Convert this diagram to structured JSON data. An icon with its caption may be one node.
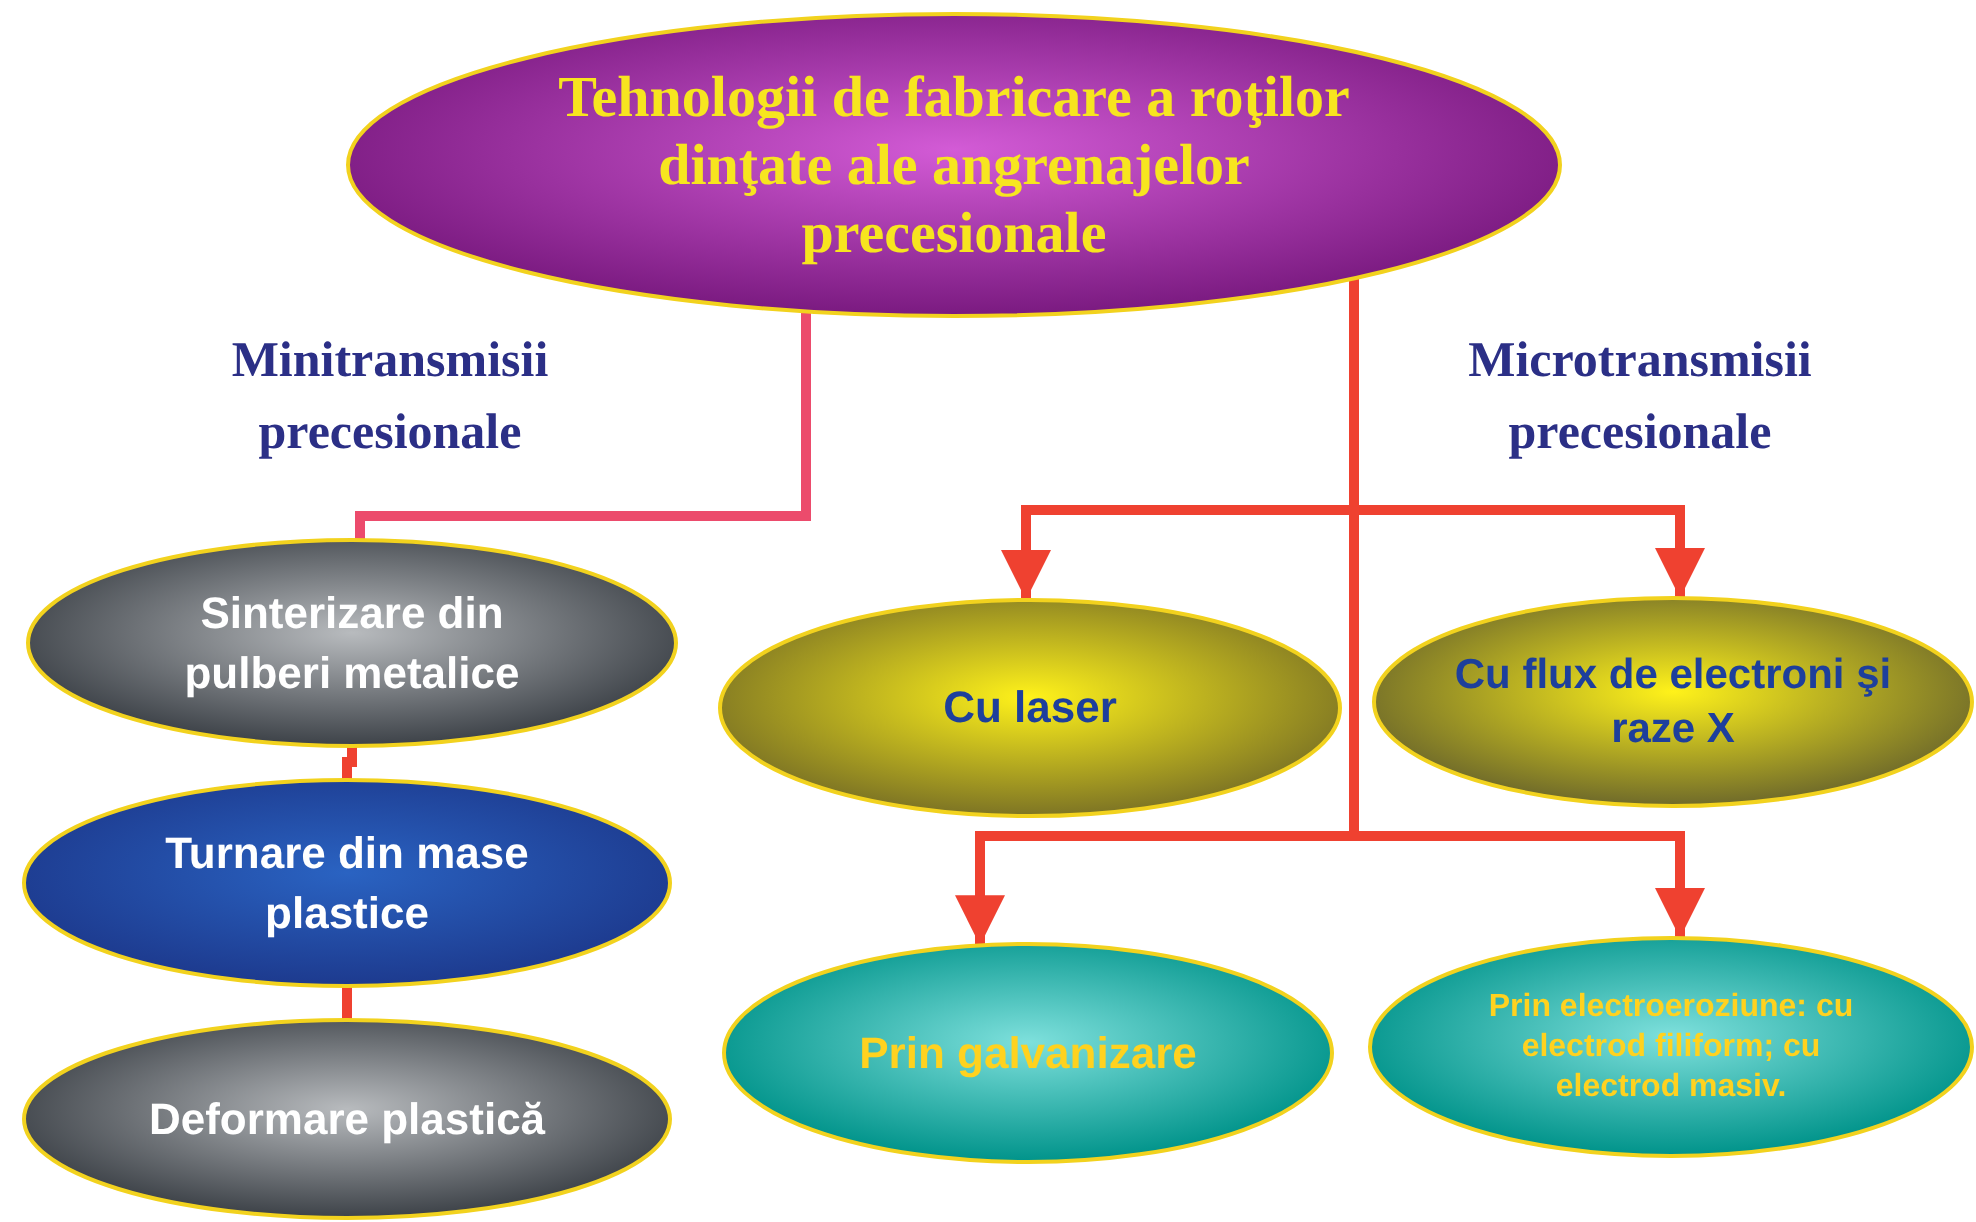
{
  "diagram": {
    "nodes": [
      {
        "text": [
          "Tehnologii de fabricare a roţilor dinţate ale angrenajelor precesionale"
        ]
      },
      {
        "text": [
          "Sinterizare din pulberi metalice"
        ]
      },
      {
        "text": [
          "Turnare din mase plastice"
        ]
      },
      {
        "text": [
          "Deformare plastică"
        ]
      },
      {
        "text": [
          "Cu laser"
        ]
      },
      {
        "text": [
          "Cu flux de electroni şi raze X"
        ]
      },
      {
        "text": [
          "Prin galvanizare"
        ]
      },
      {
        "text": [
          "Prin electroeroziune: cu electrod filiform; cu electrod masiv."
        ]
      }
    ],
    "edges": [
      {
        "from": 0,
        "to": 1,
        "arrow": "none",
        "color": "#ec4b6c"
      },
      {
        "from": 1,
        "to": 2,
        "arrow": "none"
      },
      {
        "from": 2,
        "to": 3,
        "arrow": "none"
      },
      {
        "from": 0,
        "to": 4,
        "arrow": "to"
      },
      {
        "from": 0,
        "to": 5,
        "arrow": "to"
      },
      {
        "from": 0,
        "to": 6,
        "arrow": "to"
      },
      {
        "from": 0,
        "to": 7,
        "arrow": "to"
      }
    ],
    "labels": [
      "Minitransmisii precesionale",
      "Microtransmisii precesionale"
    ]
  }
}
